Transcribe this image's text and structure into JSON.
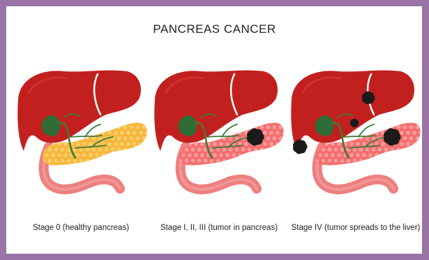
{
  "title": "PANCREAS CANCER",
  "stages": [
    {
      "caption": "Stage 0 (healthy pancreas)",
      "tumor_in_pancreas": false,
      "liver_metastases": false
    },
    {
      "caption": "Stage I, II, III (tumor in pancreas)",
      "tumor_in_pancreas": true,
      "liver_metastases": false
    },
    {
      "caption": "Stage IV (tumor spreads to the liver)",
      "tumor_in_pancreas": true,
      "liver_metastases": true
    }
  ],
  "colors": {
    "border": "#9a74a6",
    "liver": "#c2201f",
    "liver_highlight": "#d83a35",
    "gallbladder": "#2f6b34",
    "bile_ducts": "#3e7a35",
    "healthy_pancreas": "#f6b63e",
    "pancreas_lobules": "#f9cd64",
    "affected_pancreas": "#f46d6d",
    "affected_lobules": "#fb9a9a",
    "duodenum": "#ee7f7f",
    "duodenum_inner": "#f5a3a3",
    "tumor": "#1b1b1b"
  }
}
